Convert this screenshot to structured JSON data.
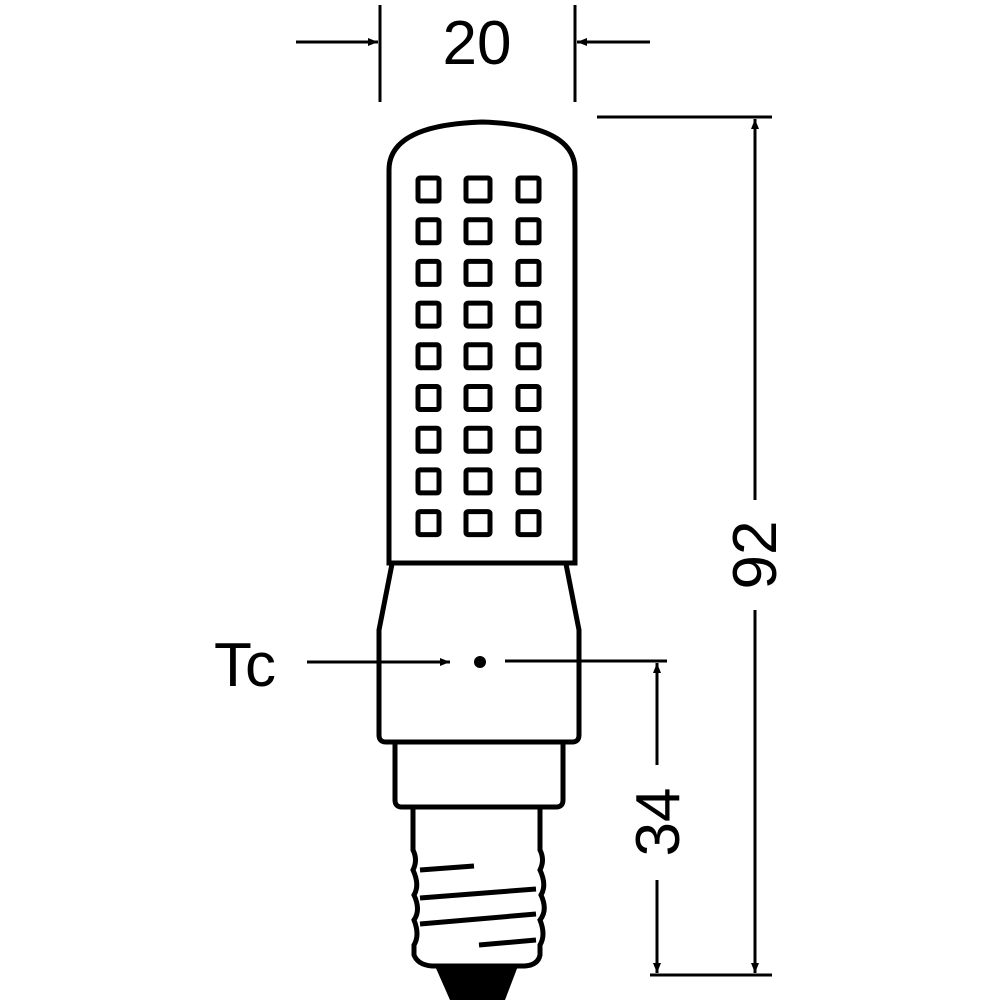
{
  "dimensions": {
    "width_label": "20",
    "height_label": "92",
    "tc_height_label": "34",
    "tc_label": "Tc"
  },
  "led_grid": {
    "rows": 9,
    "columns": 3
  },
  "colors": {
    "line": "#000000",
    "background": "#ffffff"
  }
}
